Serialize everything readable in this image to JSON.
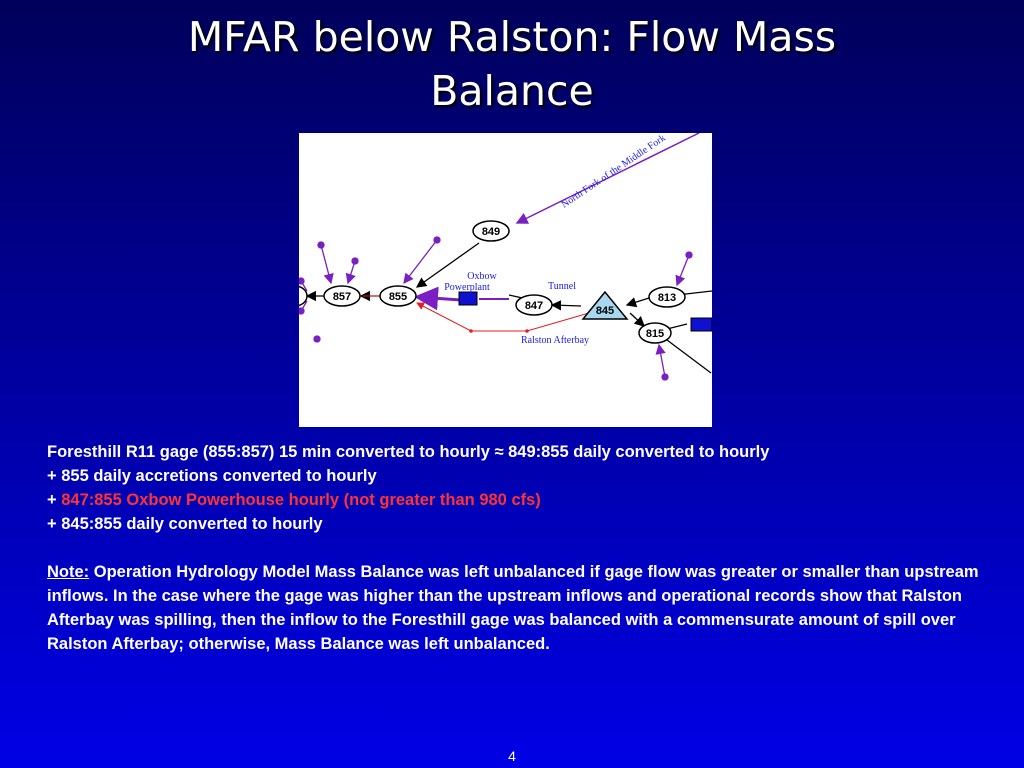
{
  "slide": {
    "title_line1": "MFAR below Ralston: Flow Mass",
    "title_line2": "Balance",
    "page_number": "4"
  },
  "diagram": {
    "river_label": "North Fork of the Middle Fork",
    "nodes": {
      "n849": "849",
      "n857": "857",
      "n855": "855",
      "n847": "847",
      "n845": "845",
      "n813": "813",
      "n815": "815"
    },
    "labels": {
      "oxbow_line1": "Oxbow",
      "oxbow_line2": "Powerplant",
      "tunnel": "Tunnel",
      "ralston_afterbay": "Ralston Afterbay"
    }
  },
  "text": {
    "line1": "Foresthill R11 gage (855:857) 15 min converted to hourly ≈ 849:855 daily converted to hourly",
    "line2": "+ 855 daily accretions converted to hourly",
    "line3_prefix": "+ ",
    "line3_red": "847:855 Oxbow Powerhouse hourly (not greater than 980 cfs)",
    "line4": "+ 845:855 daily converted to hourly",
    "note_label": "Note:",
    "note_body": " Operation Hydrology Model Mass Balance was left unbalanced if gage flow was greater or smaller than upstream inflows.  In the case where the gage was higher than the upstream inflows and operational records show that Ralston Afterbay was spilling, then the inflow to the Foresthill gage was balanced with a commensurate amount of spill over Ralston Afterbay; otherwise, Mass Balance was left unbalanced."
  },
  "colors": {
    "red_text": "#ff3333",
    "purple_link": "#7a1fc2",
    "node_blue": "#1010d0"
  }
}
